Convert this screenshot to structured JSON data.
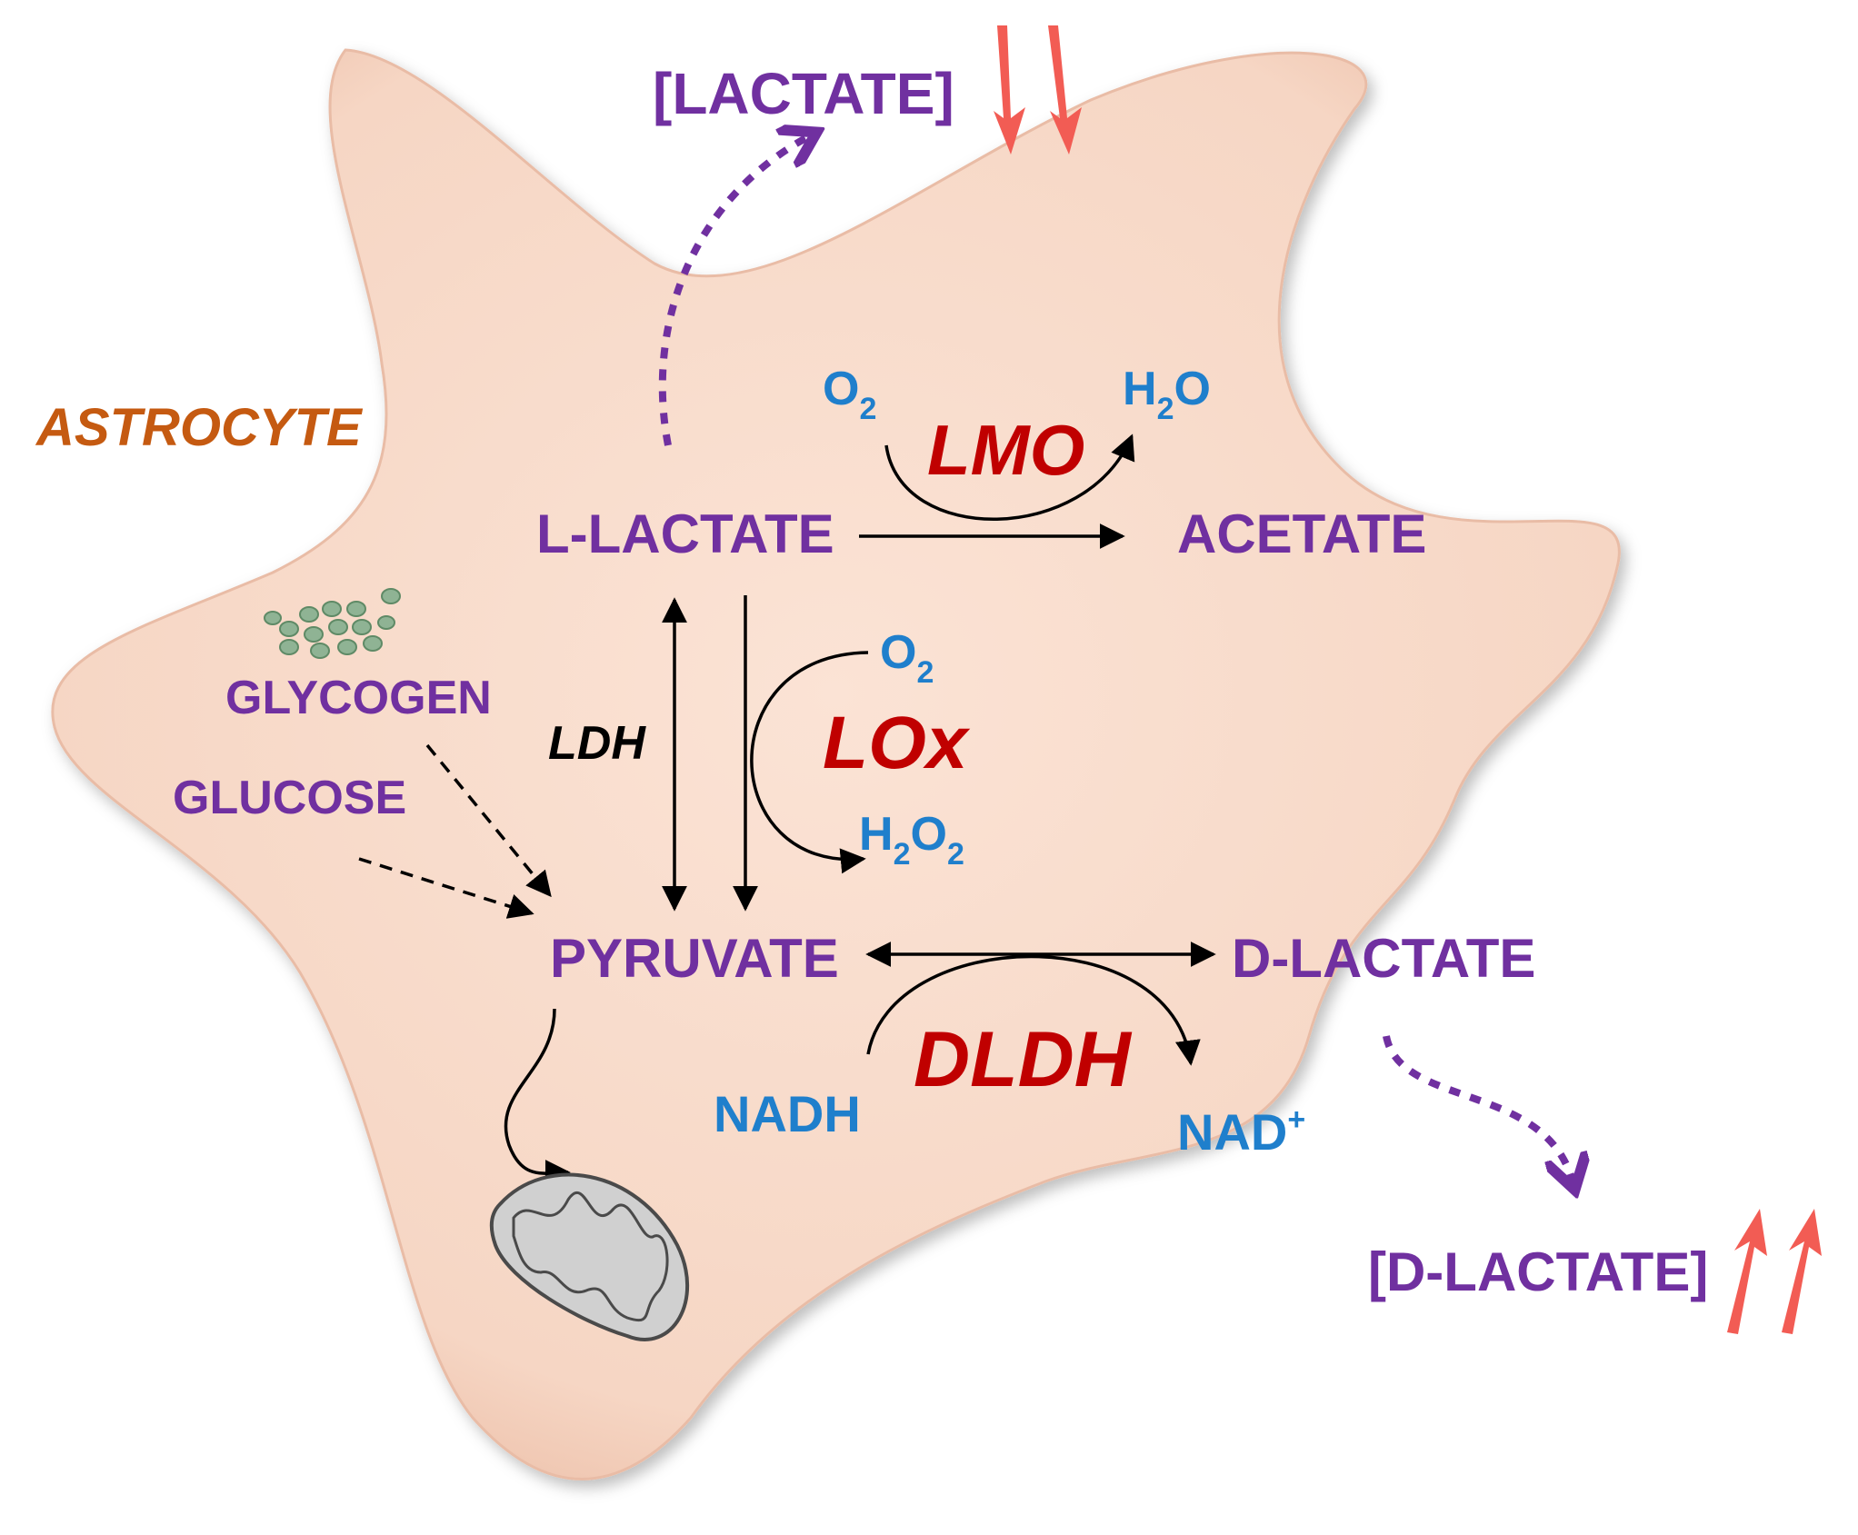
{
  "cell_label": "ASTROCYTE",
  "metabolites": {
    "extracellular_lactate": "[LACTATE]",
    "extracellular_d_lactate": "[D-LACTATE]",
    "l_lactate": "L-LACTATE",
    "acetate": "ACETATE",
    "pyruvate": "PYRUVATE",
    "d_lactate": "D-LACTATE",
    "glycogen": "GLYCOGEN",
    "glucose": "GLUCOSE"
  },
  "enzymes": {
    "lmo": "LMO",
    "lox": "LOx",
    "ldh": "LDH",
    "dldh": "DLDH"
  },
  "cofactors": {
    "o2": "O",
    "o2_sub": "2",
    "h2o_h": "H",
    "h2o_sub": "2",
    "h2o_o": "O",
    "h2o2_h": "H",
    "h2o2_sub1": "2",
    "h2o2_o": "O",
    "h2o2_sub2": "2",
    "nadh": "NADH",
    "nad": "NAD",
    "nad_sup": "+"
  },
  "colors": {
    "cell_fill": "#f9dccc",
    "metabolite": "#7030a0",
    "cofactor": "#1f7fcc",
    "enzyme": "#c00000",
    "cell_label": "#c55a11",
    "trend_arrow": "#f25c54"
  },
  "trends": {
    "extracellular_lactate": "decrease",
    "extracellular_d_lactate": "increase"
  }
}
